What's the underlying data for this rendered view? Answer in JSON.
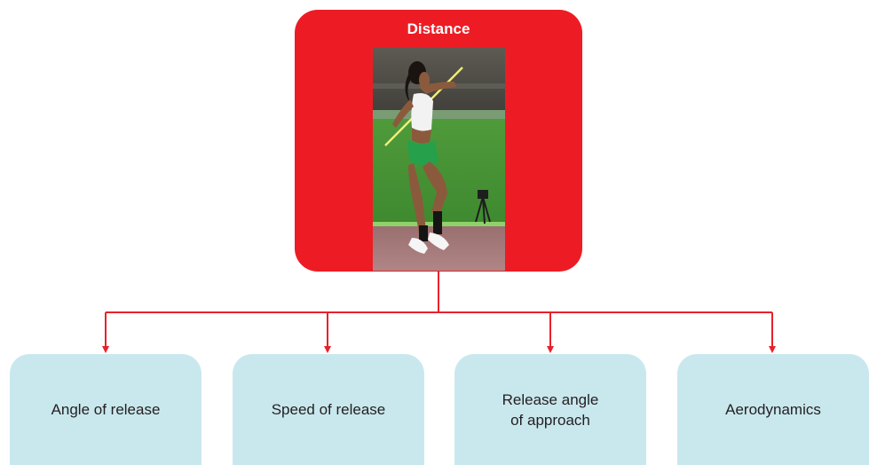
{
  "root": {
    "title": "Distance"
  },
  "children": [
    {
      "label": "Angle of release"
    },
    {
      "label": "Speed of release"
    },
    {
      "label": "Release angle\nof approach"
    },
    {
      "label": "Aerodynamics"
    }
  ],
  "colors": {
    "root_fill": "#ed1c24",
    "child_fill": "#c9e8ee",
    "connector": "#e8212b",
    "text_dark": "#231f20"
  },
  "photo": {
    "subject": "javelin-thrower-photo"
  }
}
